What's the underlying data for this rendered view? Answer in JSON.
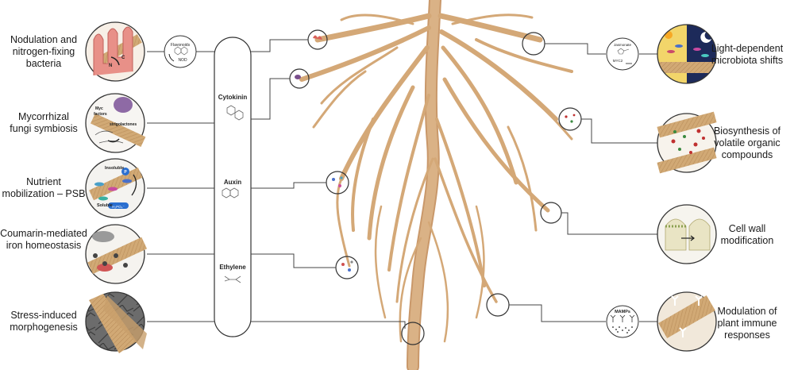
{
  "left_processes": [
    {
      "line1": "Nodulation and",
      "line2": "nitrogen-fixing",
      "line3": "bacteria"
    },
    {
      "line1": "Mycorrhizal",
      "line2": "fungi symbiosis",
      "line3": ""
    },
    {
      "line1": "Nutrient",
      "line2": "mobilization – PSB",
      "line3": ""
    },
    {
      "line1": "Coumarin-mediated",
      "line2": "iron homeostasis",
      "line3": ""
    },
    {
      "line1": "Stress-induced",
      "line2": "morphogenesis",
      "line3": ""
    }
  ],
  "right_processes": [
    {
      "line1": "Light-dependent",
      "line2": "microbiota shifts",
      "line3": ""
    },
    {
      "line1": "Biosynthesis of",
      "line2": "volatile organic",
      "line3": "compounds"
    },
    {
      "line1": "Cell wall",
      "line2": "modification",
      "line3": ""
    },
    {
      "line1": "Modulation of",
      "line2": "plant immune",
      "line3": "responses"
    }
  ],
  "hormones": [
    "Cytokinin",
    "Auxin",
    "Ethylene"
  ],
  "small_labels": {
    "flavonoids": "Flavonoids",
    "nod": "NOD",
    "n": "N",
    "c": "C",
    "myc_factors_1": "Myc",
    "myc_factors_2": "factors",
    "strigolactones": "strigolactones",
    "insoluble": "Insoluble",
    "p": "P",
    "soluble": "Soluble",
    "h2po4": "H₂PO₄⁻",
    "jasmonate": "Jasmonate",
    "myc2": "MYC2",
    "mamps": "MAMPs"
  },
  "colors": {
    "root": "#d8ad7c",
    "root_stroke": "#c09060",
    "soil": "#c89f6c",
    "line": "#444444"
  }
}
